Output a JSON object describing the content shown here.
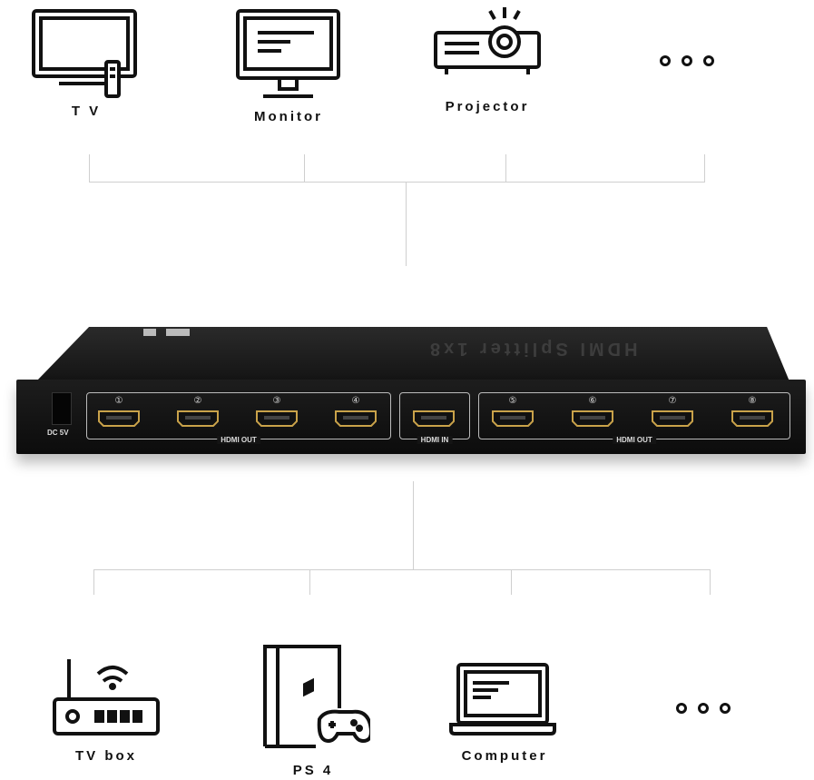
{
  "outputs": [
    {
      "label": "T V",
      "icon": "tv-icon"
    },
    {
      "label": "Monitor",
      "icon": "monitor-icon"
    },
    {
      "label": "Projector",
      "icon": "projector-icon"
    },
    {
      "label": "",
      "icon": "ellipsis-icon"
    }
  ],
  "inputs": [
    {
      "label": "TV box",
      "icon": "router-icon"
    },
    {
      "label": "PS 4",
      "icon": "game-console-icon"
    },
    {
      "label": "Computer",
      "icon": "laptop-icon"
    },
    {
      "label": "",
      "icon": "ellipsis-icon"
    }
  ],
  "device": {
    "brand": "HDMI Splitter 1x8",
    "power_label": "DC 5V",
    "left_group_label": "HDMI OUT",
    "input_label": "HDMI IN",
    "right_group_label": "HDMI OUT",
    "port_numbers": [
      "①",
      "②",
      "③",
      "④",
      "⑤",
      "⑥",
      "⑦",
      "⑧"
    ]
  },
  "colors": {
    "connector_line": "#cfcfcf",
    "device_body": "#141414",
    "port_gold": "#c9a24a"
  }
}
